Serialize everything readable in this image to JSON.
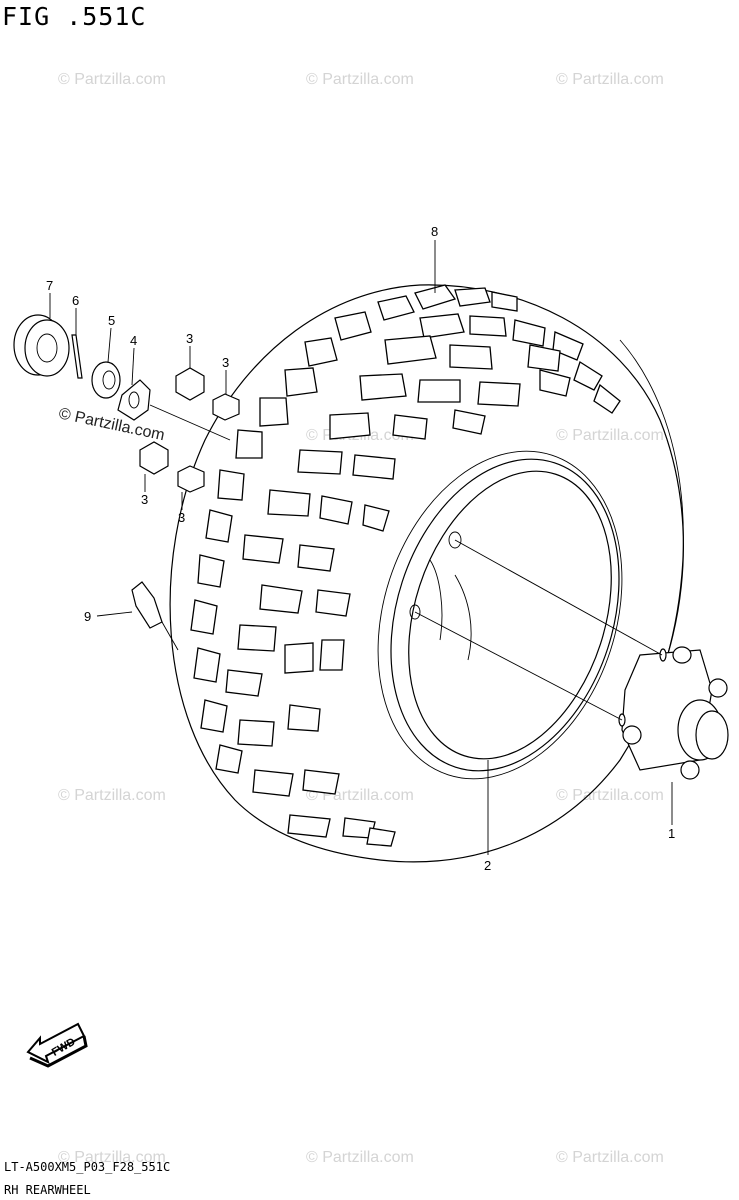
{
  "figure_title": "FIG .551C",
  "diagram_code": "LT-A500XM5_P03_F28_551C",
  "caption": "RH REARWHEEL",
  "watermark": "© Partzilla.com",
  "callouts": {
    "c1": "1",
    "c2": "2",
    "c3a": "3",
    "c3b": "3",
    "c3c": "3",
    "c3d": "3",
    "c4": "4",
    "c5": "5",
    "c6": "6",
    "c7": "7",
    "c8": "8",
    "c9": "9"
  },
  "fwd_label": "FWD"
}
